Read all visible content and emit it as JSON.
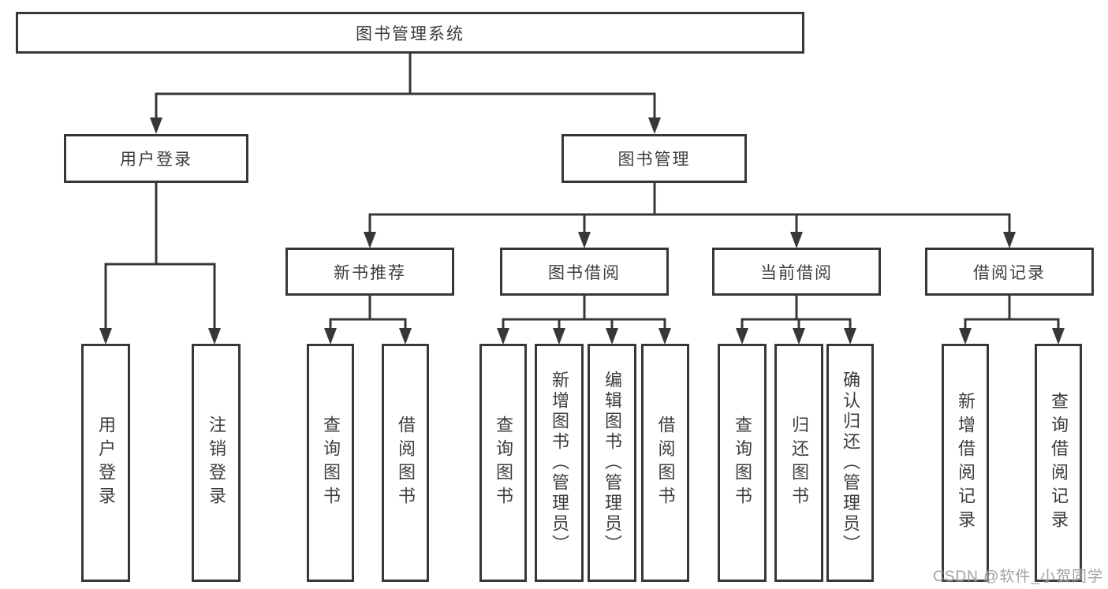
{
  "tree": {
    "root": {
      "label": "图书管理系统",
      "children": [
        {
          "label": "用户登录",
          "children": [
            {
              "label": "用户登录"
            },
            {
              "label": "注销登录"
            }
          ]
        },
        {
          "label": "图书管理",
          "children": [
            {
              "label": "新书推荐",
              "children": [
                {
                  "label": "查询图书"
                },
                {
                  "label": "借阅图书"
                }
              ]
            },
            {
              "label": "图书借阅",
              "children": [
                {
                  "label": "查询图书"
                },
                {
                  "label": "新增图书（管理员）"
                },
                {
                  "label": "编辑图书（管理员）"
                },
                {
                  "label": "借阅图书"
                }
              ]
            },
            {
              "label": "当前借阅",
              "children": [
                {
                  "label": "查询图书"
                },
                {
                  "label": "归还图书"
                },
                {
                  "label": "确认归还（管理员）"
                }
              ]
            },
            {
              "label": "借阅记录",
              "children": [
                {
                  "label": "新增借阅记录"
                },
                {
                  "label": "查询借阅记录"
                }
              ]
            }
          ]
        }
      ]
    }
  },
  "watermark": {
    "text": "CSDN @软件_小贺同学"
  },
  "colors": {
    "line": "#373737",
    "text": "#3d3d3d",
    "watermark": "#919191",
    "background": "#ffffff"
  }
}
